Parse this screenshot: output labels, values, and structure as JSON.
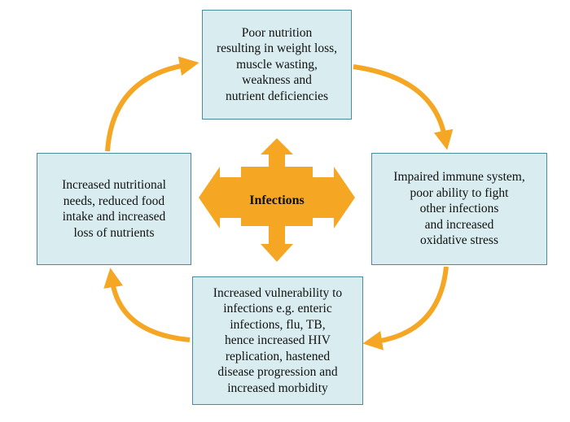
{
  "colors": {
    "box_fill": "#d9edf0",
    "box_border": "#4a8a9a",
    "arrow": "#f5a623"
  },
  "center": {
    "label": "Infections"
  },
  "boxes": {
    "top": {
      "lines": [
        "Poor nutrition",
        "resulting in weight loss,",
        "muscle wasting,",
        "weakness and",
        "nutrient deficiencies"
      ]
    },
    "right": {
      "lines": [
        "Impaired immune system,",
        "poor ability to fight",
        "other infections",
        "and increased",
        "oxidative stress"
      ]
    },
    "bottom": {
      "lines": [
        "Increased vulnerability to",
        "infections e.g. enteric",
        "infections, flu, TB,",
        "hence increased HIV",
        "replication, hastened",
        "disease progression and",
        "increased morbidity"
      ]
    },
    "left": {
      "lines": [
        "Increased nutritional",
        "needs, reduced food",
        "intake and increased",
        "loss of nutrients"
      ]
    }
  }
}
